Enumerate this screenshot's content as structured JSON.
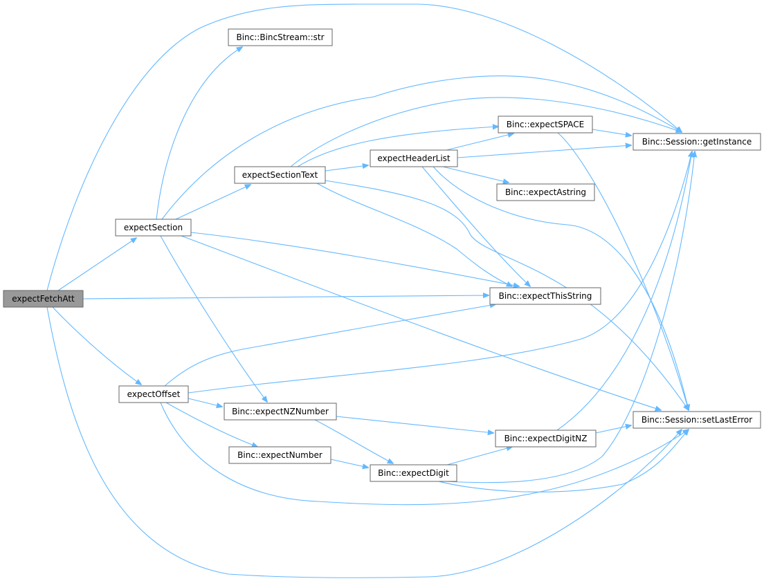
{
  "diagram": {
    "colors": {
      "edge": "#63b8ff",
      "root_fill": "#999999",
      "node_fill": "#ffffff",
      "node_border": "#666666",
      "text": "#000000"
    },
    "nodes": [
      {
        "id": "expectFetchAtt",
        "label": "expectFetchAtt",
        "root": true
      },
      {
        "id": "expectSection",
        "label": "expectSection"
      },
      {
        "id": "expectOffset",
        "label": "expectOffset"
      },
      {
        "id": "str",
        "label": "Binc::BincStream::str"
      },
      {
        "id": "expectSectionText",
        "label": "expectSectionText"
      },
      {
        "id": "expectNZNumber",
        "label": "Binc::expectNZNumber"
      },
      {
        "id": "expectNumber",
        "label": "Binc::expectNumber"
      },
      {
        "id": "expectHeaderList",
        "label": "expectHeaderList"
      },
      {
        "id": "expectDigit",
        "label": "Binc::expectDigit"
      },
      {
        "id": "expectSPACE",
        "label": "Binc::expectSPACE"
      },
      {
        "id": "expectAstring",
        "label": "Binc::expectAstring"
      },
      {
        "id": "expectThisString",
        "label": "Binc::expectThisString"
      },
      {
        "id": "expectDigitNZ",
        "label": "Binc::expectDigitNZ"
      },
      {
        "id": "getInstance",
        "label": "Binc::Session::getInstance"
      },
      {
        "id": "setLastError",
        "label": "Binc::Session::setLastError"
      }
    ],
    "edges": [
      [
        "expectFetchAtt",
        "expectSection"
      ],
      [
        "expectFetchAtt",
        "expectOffset"
      ],
      [
        "expectFetchAtt",
        "expectThisString"
      ],
      [
        "expectFetchAtt",
        "getInstance"
      ],
      [
        "expectFetchAtt",
        "setLastError"
      ],
      [
        "expectSection",
        "str"
      ],
      [
        "expectSection",
        "expectSectionText"
      ],
      [
        "expectSection",
        "expectNZNumber"
      ],
      [
        "expectSection",
        "expectThisString"
      ],
      [
        "expectSection",
        "getInstance"
      ],
      [
        "expectSection",
        "setLastError"
      ],
      [
        "expectSectionText",
        "expectHeaderList"
      ],
      [
        "expectSectionText",
        "expectSPACE"
      ],
      [
        "expectSectionText",
        "expectThisString"
      ],
      [
        "expectSectionText",
        "getInstance"
      ],
      [
        "expectSectionText",
        "setLastError"
      ],
      [
        "expectHeaderList",
        "expectSPACE"
      ],
      [
        "expectHeaderList",
        "getInstance"
      ],
      [
        "expectHeaderList",
        "expectAstring"
      ],
      [
        "expectHeaderList",
        "expectThisString"
      ],
      [
        "expectHeaderList",
        "setLastError"
      ],
      [
        "expectSPACE",
        "getInstance"
      ],
      [
        "expectSPACE",
        "setLastError"
      ],
      [
        "expectOffset",
        "expectNZNumber"
      ],
      [
        "expectOffset",
        "expectNumber"
      ],
      [
        "expectOffset",
        "expectThisString"
      ],
      [
        "expectOffset",
        "getInstance"
      ],
      [
        "expectOffset",
        "setLastError"
      ],
      [
        "expectNZNumber",
        "expectDigitNZ"
      ],
      [
        "expectNZNumber",
        "expectDigit"
      ],
      [
        "expectNumber",
        "expectDigit"
      ],
      [
        "expectDigit",
        "expectDigitNZ"
      ],
      [
        "expectDigit",
        "getInstance"
      ],
      [
        "expectDigit",
        "setLastError"
      ],
      [
        "expectDigitNZ",
        "getInstance"
      ],
      [
        "expectDigitNZ",
        "setLastError"
      ]
    ]
  }
}
